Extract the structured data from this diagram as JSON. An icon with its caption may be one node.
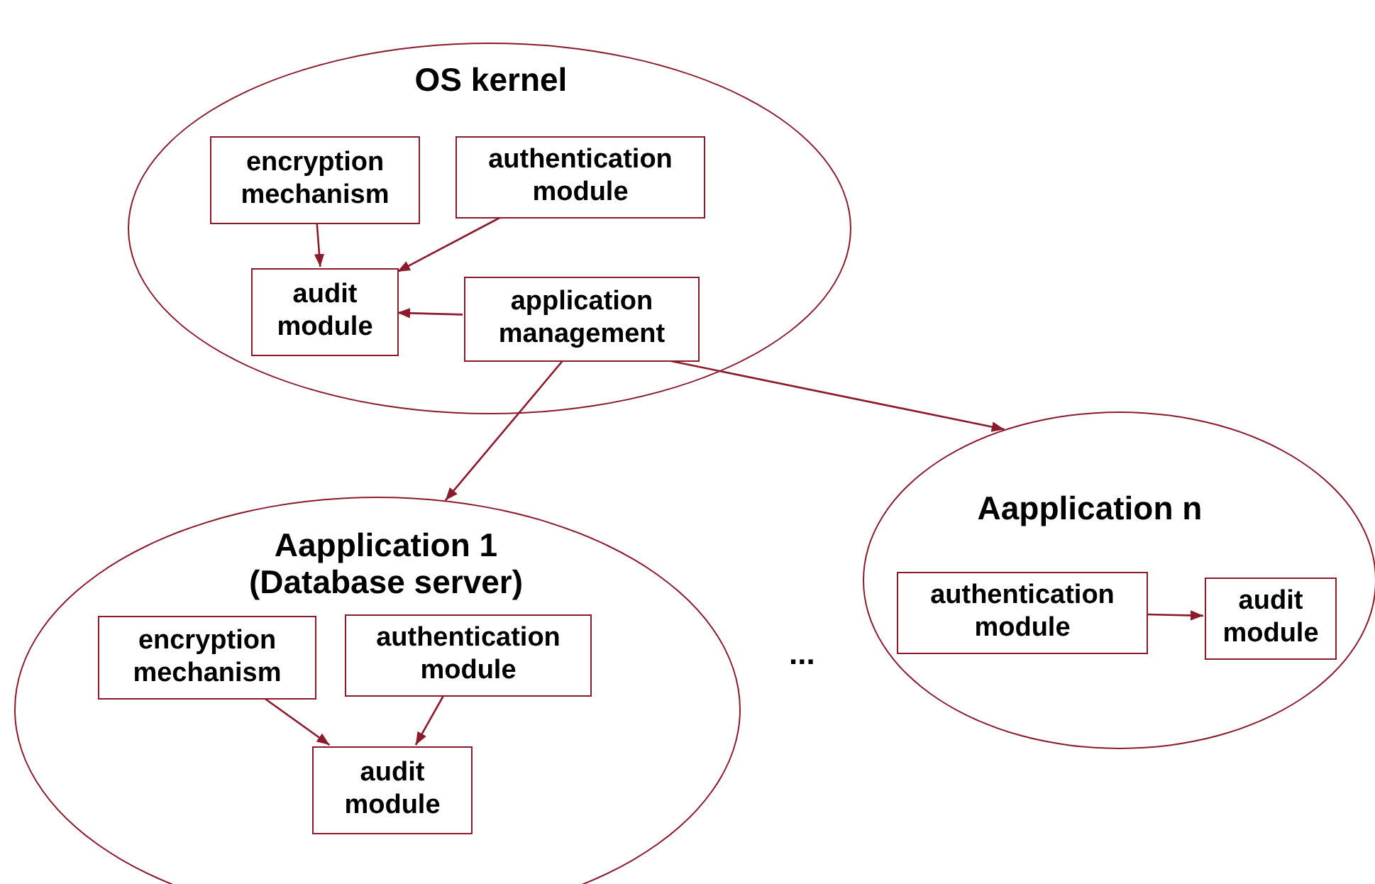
{
  "diagram": {
    "nodes": [
      {
        "text": [
          "OS kernel"
        ]
      },
      {
        "text": [
          "encryption mechanism"
        ],
        "in": 0
      },
      {
        "text": [
          "authentication module"
        ],
        "in": 0
      },
      {
        "text": [
          "audit module"
        ],
        "in": 0
      },
      {
        "text": [
          "application management"
        ],
        "in": 0
      },
      {
        "text": [
          "Aapplication 1 (Database server)"
        ]
      },
      {
        "text": [
          "encryption mechanism"
        ],
        "in": 5
      },
      {
        "text": [
          "authentication module"
        ],
        "in": 5
      },
      {
        "text": [
          "audit module"
        ],
        "in": 5
      },
      {
        "text": [
          "Aapplication n"
        ]
      },
      {
        "text": [
          "authentication module"
        ],
        "in": 9
      },
      {
        "text": [
          "audit module"
        ],
        "in": 9
      }
    ],
    "edges": [
      {
        "from": 1,
        "to": 3,
        "arrow": "to"
      },
      {
        "from": 2,
        "to": 3,
        "arrow": "to"
      },
      {
        "from": 4,
        "to": 3,
        "arrow": "to"
      },
      {
        "from": 4,
        "to": 5,
        "arrow": "to"
      },
      {
        "from": 4,
        "to": 9,
        "arrow": "to"
      },
      {
        "from": 6,
        "to": 8,
        "arrow": "to"
      },
      {
        "from": 7,
        "to": 8,
        "arrow": "to"
      },
      {
        "from": 10,
        "to": 11,
        "arrow": "to"
      }
    ],
    "labels": [
      "..."
    ]
  }
}
